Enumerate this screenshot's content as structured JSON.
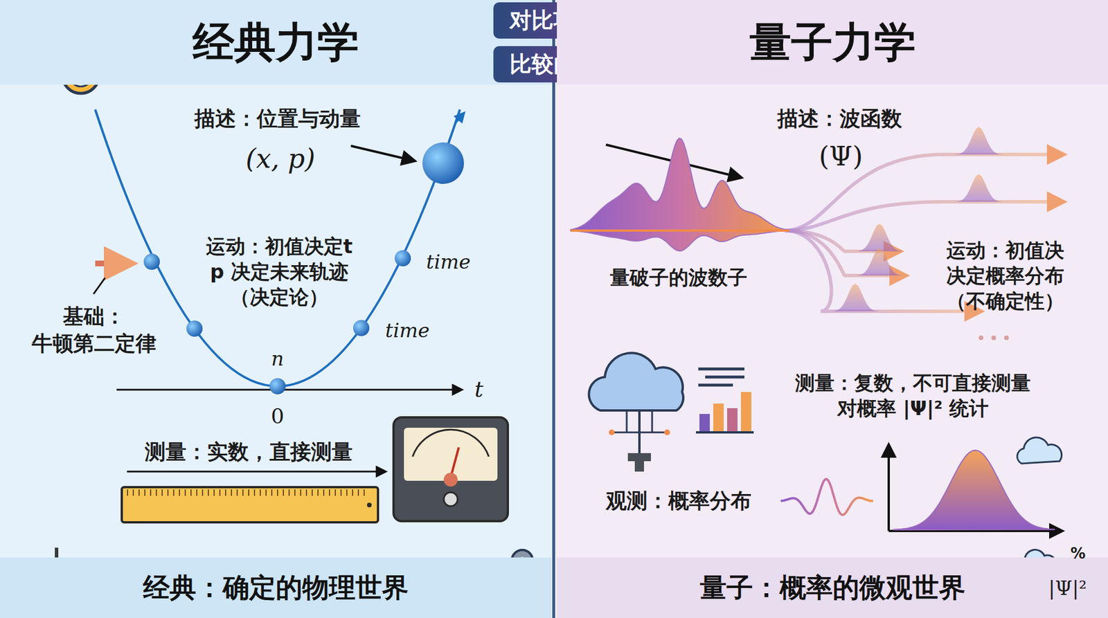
{
  "diagram": {
    "nodes": [
      {
        "text": [
          "经典力学"
        ]
      },
      {
        "text": [
          "对比项目"
        ]
      },
      {
        "text": [
          "比较内容"
        ]
      },
      {
        "text": [
          "量子力学"
        ]
      },
      {
        "text": [
          "经典：确定的物理世界"
        ]
      },
      {
        "text": [
          "量子：概率的微观世界"
        ]
      }
    ],
    "edges": [],
    "labels": [
      "描述：位置与动量",
      "(x, p)",
      "运动：初值决定t p 决定未来轨迹 （决定论）",
      "基础： 牛顿第二定律",
      "time",
      "time",
      "n",
      "0",
      "t",
      "测量：实数，直接测量",
      "描述：波函数",
      "(Ψ)",
      "量破子的波数子",
      "运动：初值决 决定概率分布 （不确定性）",
      "测量：复数，不可直接测量 对概率 |Ψ|² 统计",
      "观测：概率分布",
      "%",
      "|Ψ|²"
    ]
  }
}
